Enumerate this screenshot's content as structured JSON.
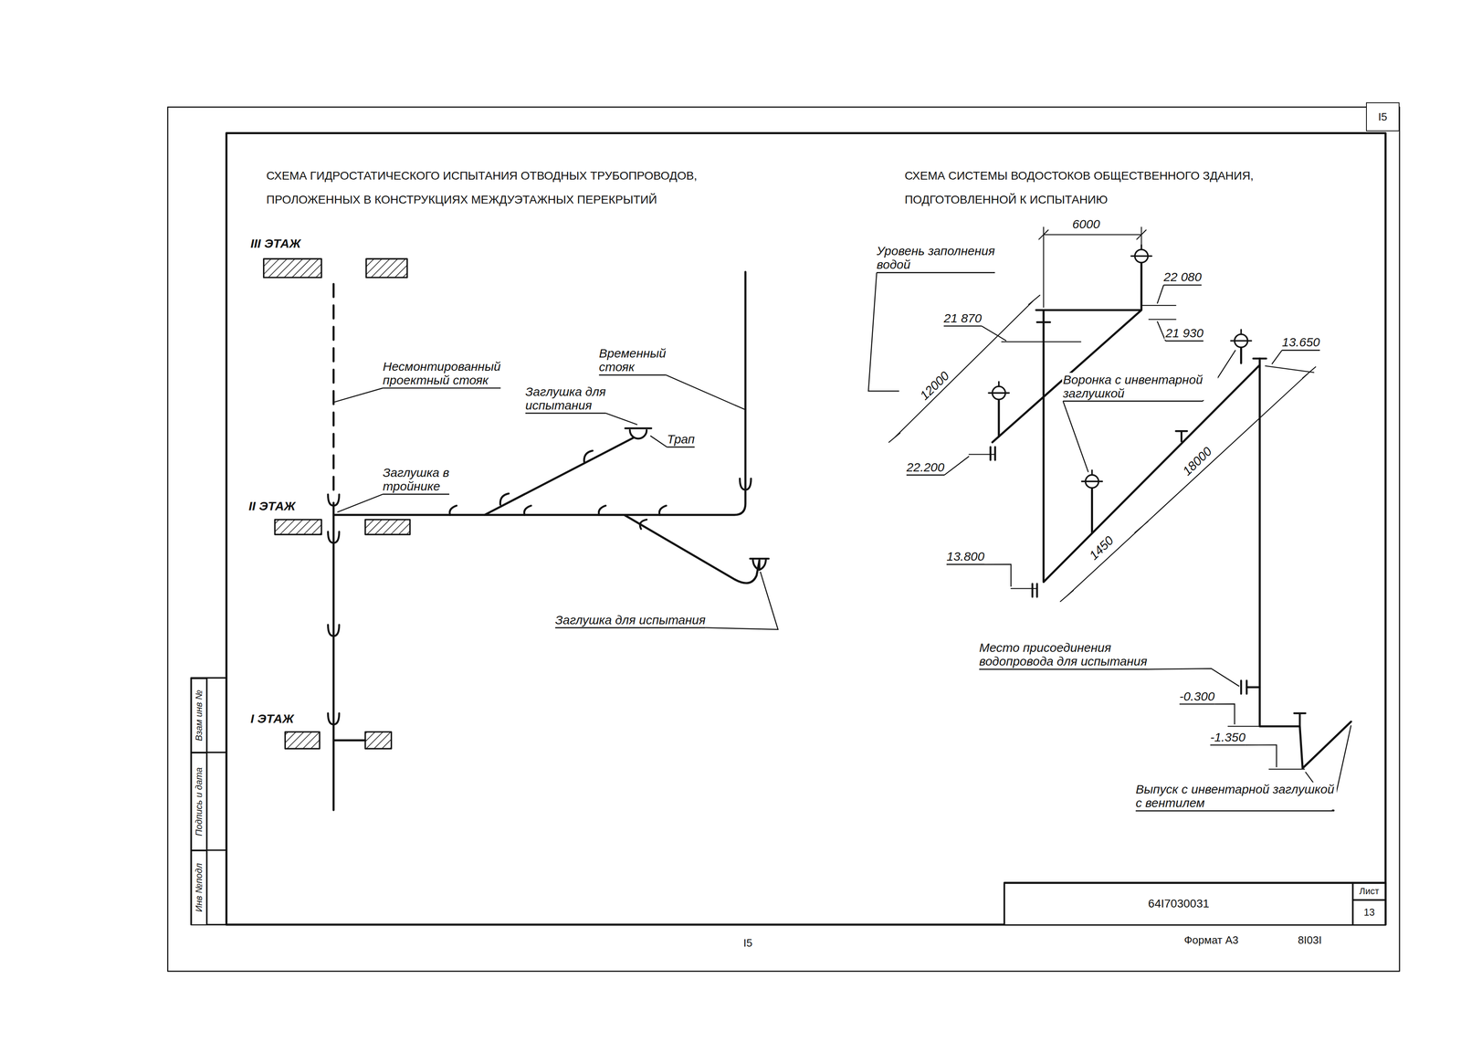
{
  "diagram": {
    "nodes": [
      {
        "text": [
          "I5"
        ]
      },
      {
        "text": [
          "64I7030031"
        ]
      },
      {
        "text": [
          "Лист"
        ]
      },
      {
        "text": [
          "13"
        ]
      },
      {
        "text": [
          "Взам инв №"
        ]
      },
      {
        "text": [
          "Подпись и дата"
        ]
      },
      {
        "text": [
          "Инв №подл"
        ]
      }
    ],
    "labels": [
      "СХЕМА ГИДРОСТАТИЧЕСКОГО ИСПЫТАНИЯ ОТВОДНЫХ ТРУБОПРОВОДОВ, ПРОЛОЖЕННЫХ В КОНСТРУКЦИЯХ МЕЖДУЭТАЖНЫХ ПЕРЕКРЫТИЙ",
      "СХЕМА СИСТЕМЫ ВОДОСТОКОВ ОБЩЕСТВЕННОГО ЗДАНИЯ, ПОДГОТОВЛЕННОЙ К ИСПЫТАНИЮ",
      "III ЭТАЖ",
      "Несмонтированный проектный стояк",
      "Временный стояк",
      "Заглушка для испытания",
      "Трап",
      "Заглушка в тройнике",
      "II ЭТАЖ",
      "Заглушка для испытания",
      "I ЭТАЖ",
      "6000",
      "Уровень заполнения водой",
      "22 080",
      "21 930",
      "21 870",
      "12000",
      "Воронка с инвентарной заглушкой",
      "18000",
      "22.200",
      "1450",
      "13.800",
      "13.650",
      "Место присоединения водопровода для испытания",
      "-0.300",
      "-1.350",
      "Выпуск с инвентарной заглушкой с вентилем",
      "I5",
      "Формат А3",
      "8I03I"
    ]
  }
}
